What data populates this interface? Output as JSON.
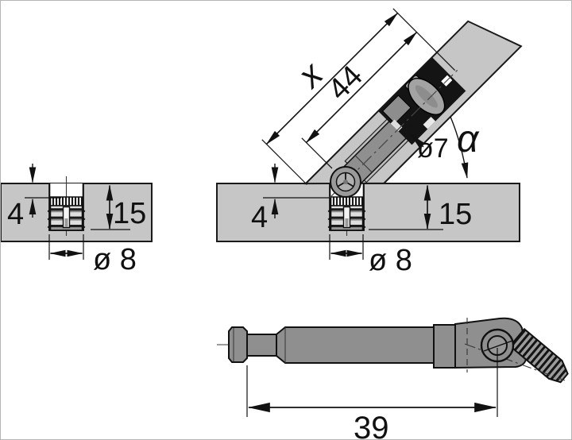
{
  "drawing": {
    "views": {
      "panel_section_left": {
        "labels": {
          "insert_offset": "4",
          "bore_depth": "15",
          "bore_diameter": "ø 8"
        }
      },
      "panel_section_angled": {
        "labels": {
          "distance_x": "x",
          "bolt_length_to_cam": "44",
          "bolt_diameter": "ø7",
          "panel_angle": "α",
          "insert_offset": "4",
          "bore_depth": "15",
          "bore_diameter": "ø 8"
        }
      },
      "bolt_side_view": {
        "labels": {
          "bolt_length": "39"
        }
      }
    },
    "colors": {
      "background": "#ffffff",
      "panel_fill": "#c6c6c6",
      "metal_fill": "#8f8f8f",
      "sleeve_fill": "#bdbdbd",
      "housing_fill": "#141414",
      "line": "#1a1a1a"
    }
  }
}
